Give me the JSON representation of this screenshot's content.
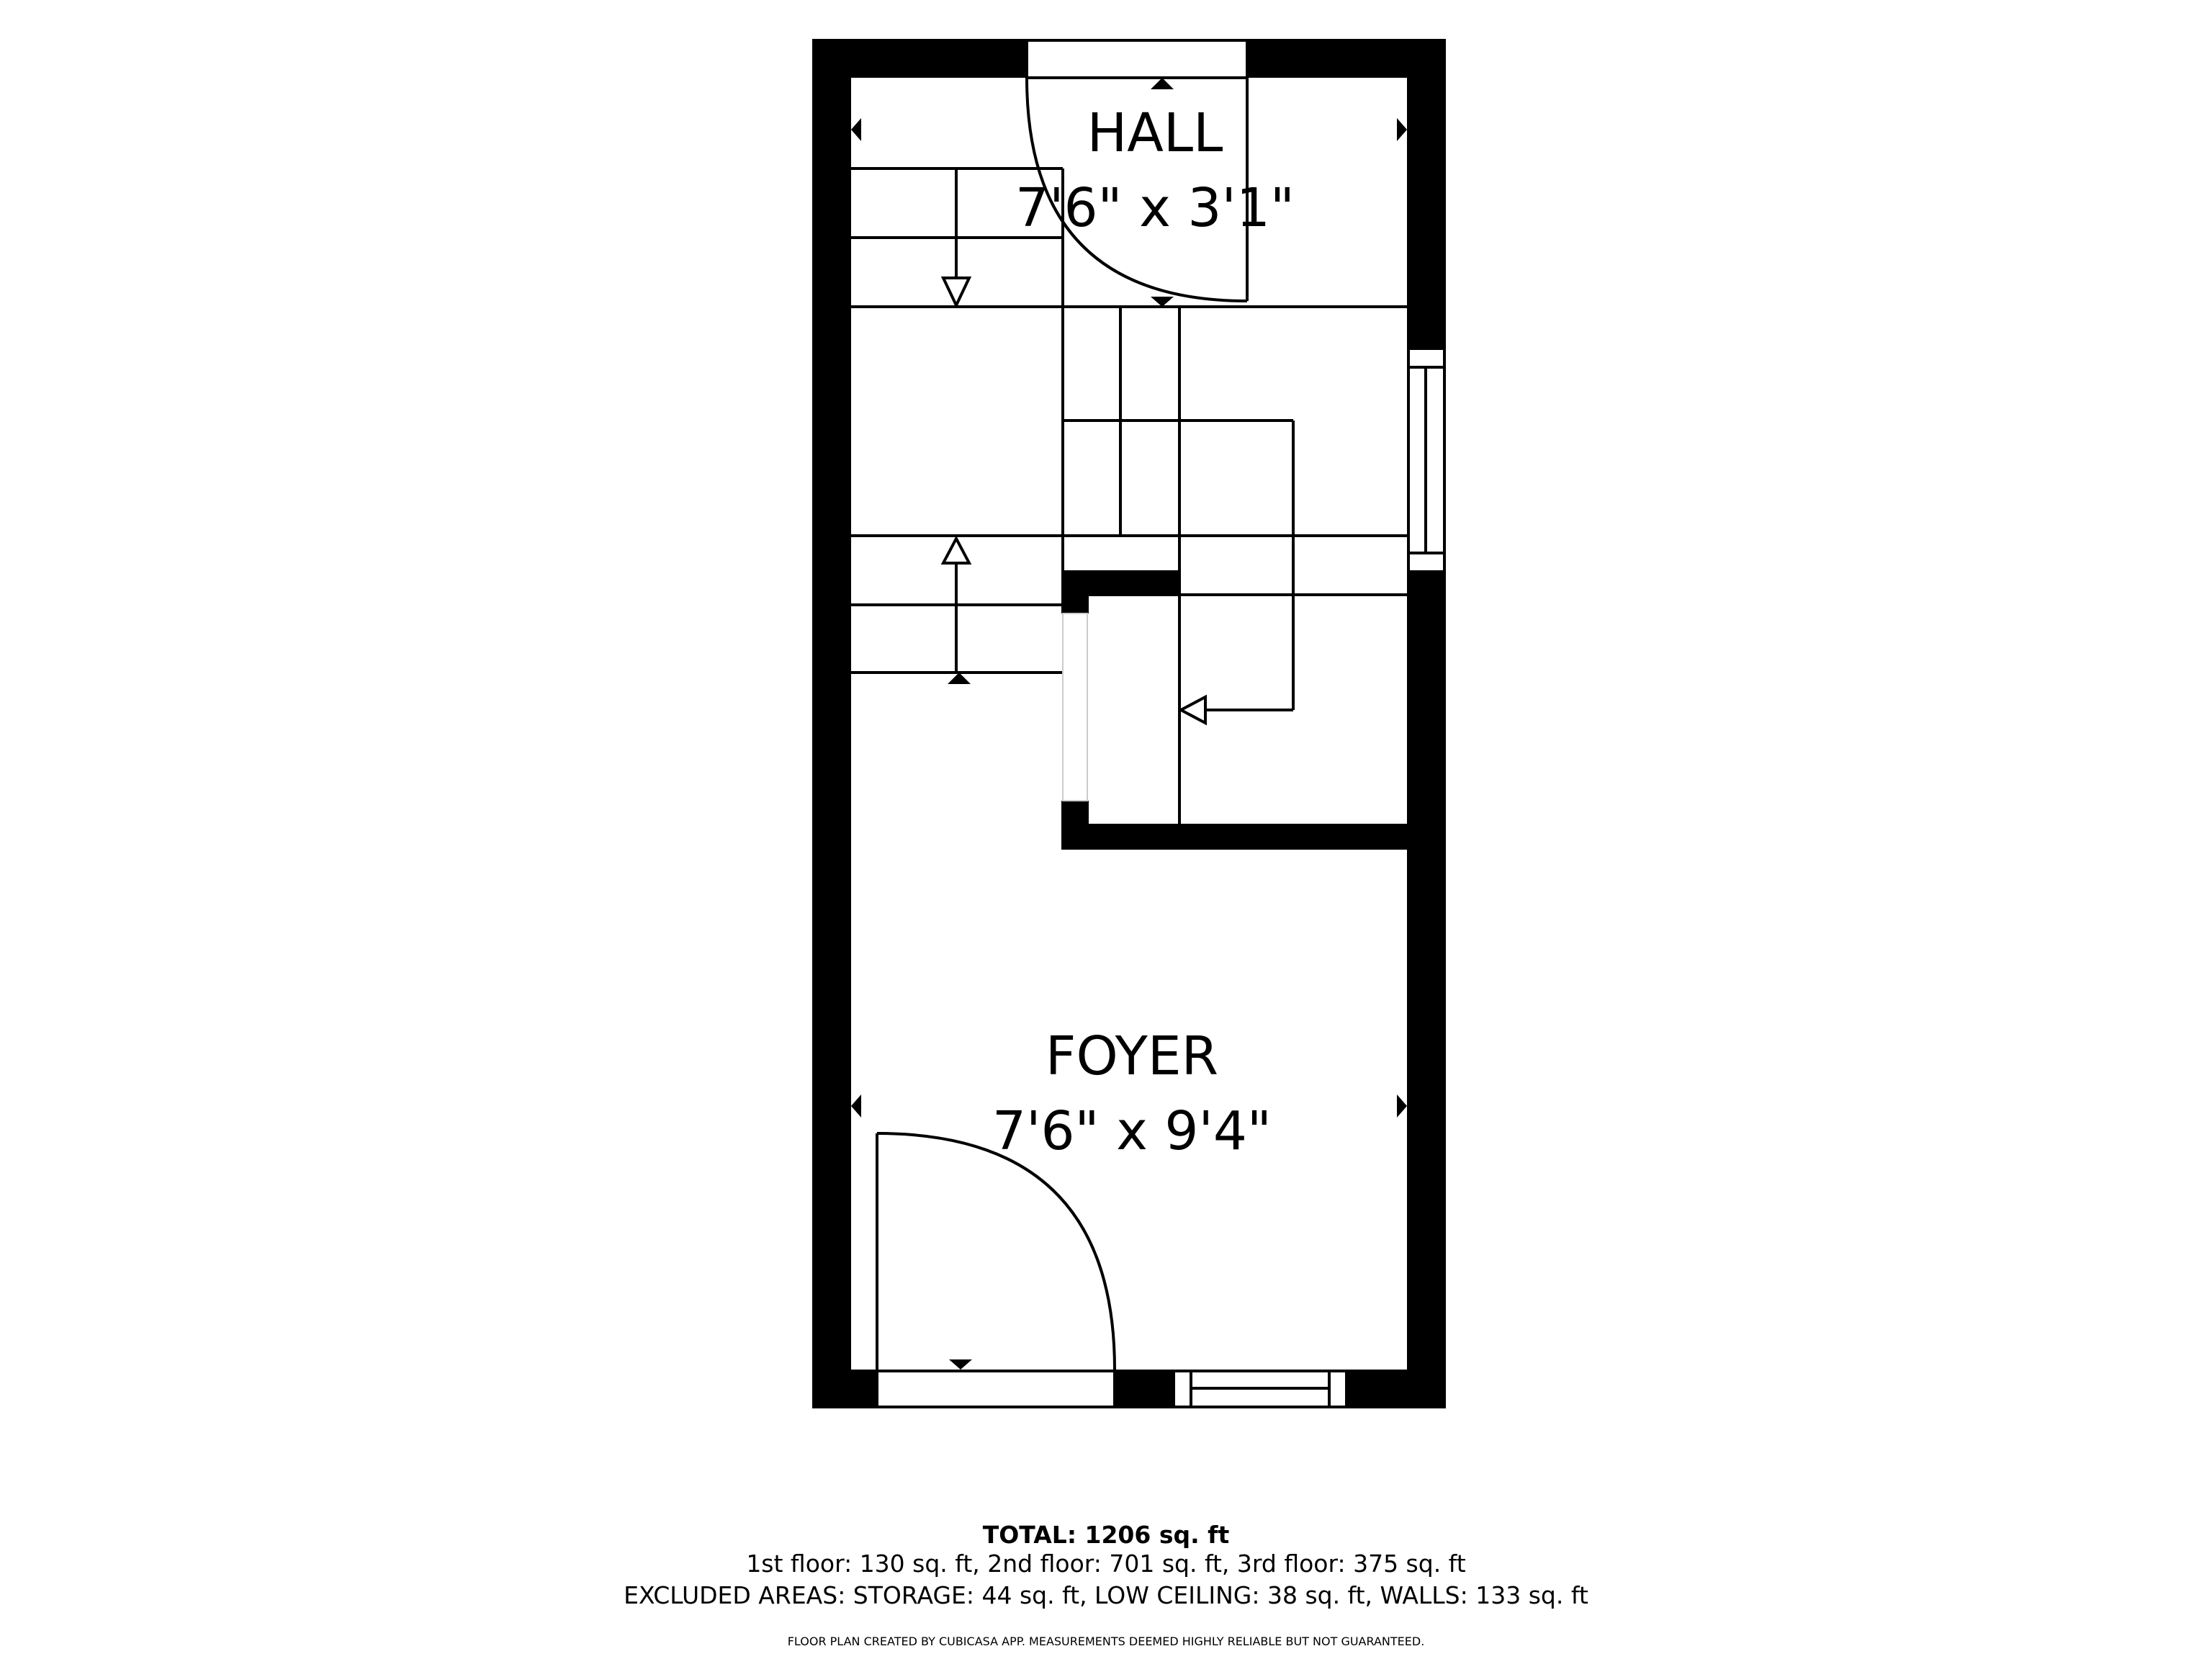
{
  "floor_plan": {
    "rooms": [
      {
        "name": "HALL",
        "dimensions": "7'6\" x 3'1\""
      },
      {
        "name": "FOYER",
        "dimensions": "7'6\" x 9'4\""
      }
    ],
    "colors": {
      "wall": "#000000",
      "background": "#ffffff",
      "line": "#000000"
    }
  },
  "summary": {
    "total": "TOTAL: 1206 sq. ft",
    "floors": "1st floor: 130 sq. ft, 2nd floor: 701 sq. ft, 3rd floor: 375 sq. ft",
    "excluded": "EXCLUDED AREAS: STORAGE: 44 sq. ft, LOW CEILING: 38 sq. ft, WALLS: 133 sq. ft",
    "disclaimer": "FLOOR PLAN CREATED BY CUBICASA APP. MEASUREMENTS DEEMED HIGHLY RELIABLE BUT NOT GUARANTEED."
  }
}
